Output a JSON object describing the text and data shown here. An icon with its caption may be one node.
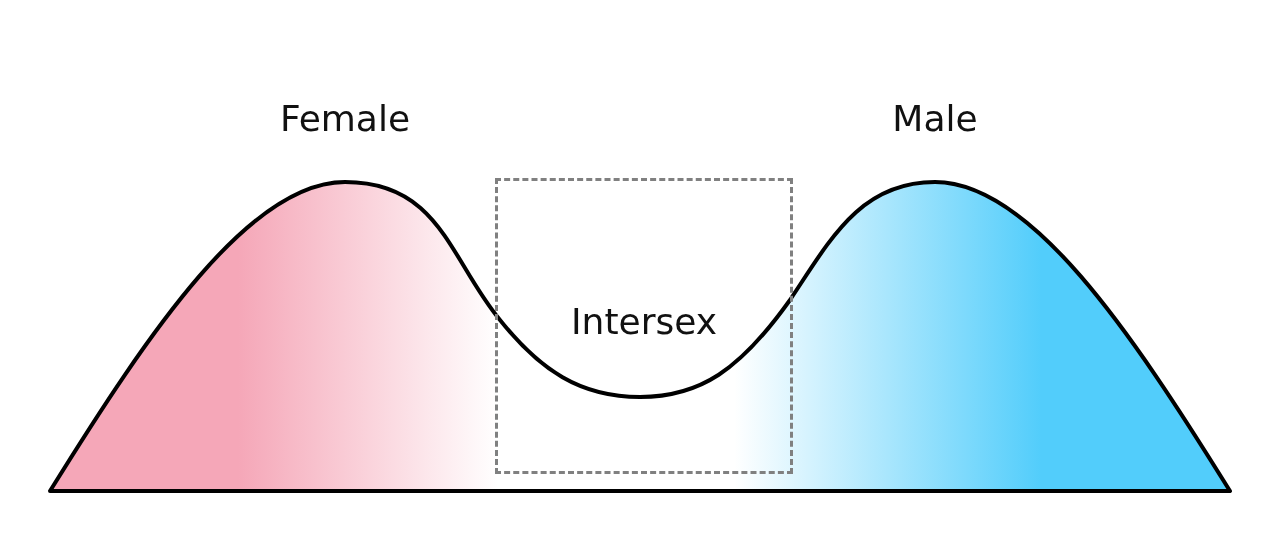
{
  "diagram": {
    "nodes": [
      {
        "text": [
          "Intersex"
        ]
      }
    ],
    "labels": [
      "Female",
      "Male"
    ]
  }
}
